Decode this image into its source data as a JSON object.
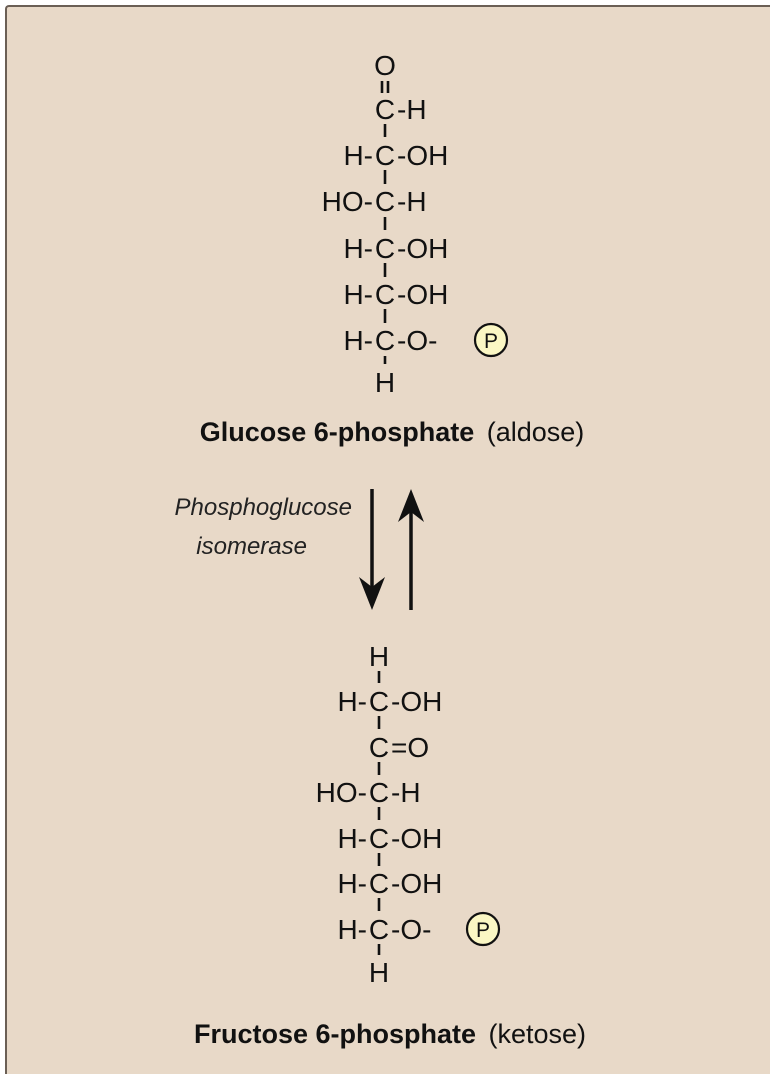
{
  "glucose": {
    "lines": [
      {
        "left": "",
        "center": "O",
        "right": ""
      },
      {
        "left": "",
        "center": "C",
        "right": "-H"
      },
      {
        "left": "H-",
        "center": "C",
        "right": "-OH"
      },
      {
        "left": "HO-",
        "center": "C",
        "right": "-H"
      },
      {
        "left": "H-",
        "center": "C",
        "right": "-OH"
      },
      {
        "left": "H-",
        "center": "C",
        "right": "-OH"
      },
      {
        "left": "H-",
        "center": "C",
        "right": "-O-"
      },
      {
        "left": "",
        "center": "H",
        "right": ""
      }
    ],
    "phosphate": "P",
    "name": "Glucose 6-phosphate",
    "type": "(aldose)"
  },
  "enzyme": {
    "line1": "Phosphoglucose",
    "line2": "isomerase"
  },
  "fructose": {
    "lines": [
      {
        "left": "",
        "center": "H",
        "right": ""
      },
      {
        "left": "H-",
        "center": "C",
        "right": "-OH"
      },
      {
        "left": "",
        "center": "C",
        "right": "=O"
      },
      {
        "left": "HO-",
        "center": "C",
        "right": "-H"
      },
      {
        "left": "H-",
        "center": "C",
        "right": "-OH"
      },
      {
        "left": "H-",
        "center": "C",
        "right": "-OH"
      },
      {
        "left": "H-",
        "center": "C",
        "right": "-O-"
      },
      {
        "left": "",
        "center": "H",
        "right": ""
      }
    ],
    "phosphate": "P",
    "name": "Fructose 6-phosphate",
    "type": "(ketose)"
  },
  "colors": {
    "background": "#e8d9c8",
    "phosphate_fill": "#fbf7c4",
    "ink": "#111111"
  }
}
